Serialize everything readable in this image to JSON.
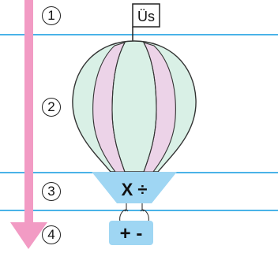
{
  "layers": [
    {
      "number": "1"
    },
    {
      "number": "2"
    },
    {
      "number": "3"
    },
    {
      "number": "4"
    }
  ],
  "flag": {
    "label": "Üs"
  },
  "basket_upper": {
    "label": "X ÷"
  },
  "basket_lower": {
    "label": "+ -"
  },
  "colors": {
    "arrow": "#f29bc4",
    "lines": "#4ab3e8",
    "balloon_green": "#d9f0e6",
    "balloon_pink": "#ecd3e8",
    "basket": "#9fd6f3"
  }
}
